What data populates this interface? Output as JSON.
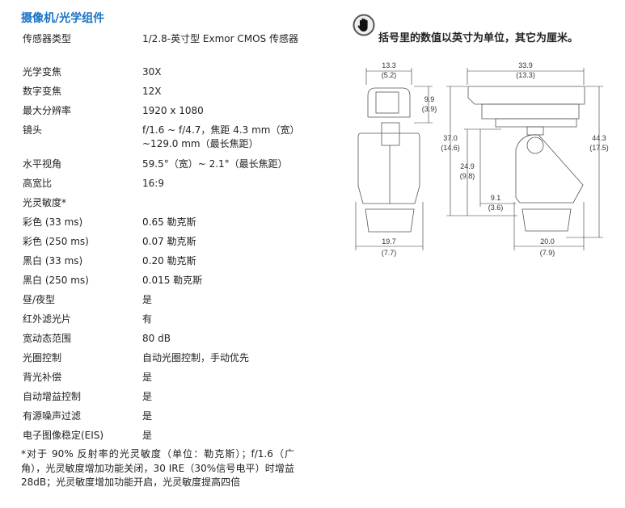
{
  "section_title": "摄像机/光学组件",
  "specs": [
    {
      "label": "传感器类型",
      "value": "1/2.8-英寸型 Exmor CMOS 传感器"
    },
    {
      "label": "光学变焦",
      "value": "30X"
    },
    {
      "label": "数字变焦",
      "value": "12X"
    },
    {
      "label": "最大分辨率",
      "value": "1920 x 1080"
    },
    {
      "label": "镜头",
      "value": "f/1.6 ~ f/4.7，焦距 4.3 mm（宽）~129.0 mm（最长焦距）"
    },
    {
      "label": "水平视角",
      "value": "59.5°（宽）~ 2.1°（最长焦距）"
    },
    {
      "label": "高宽比",
      "value": "16:9"
    },
    {
      "label": "光灵敏度*",
      "value": ""
    },
    {
      "label": "彩色 (33 ms)",
      "value": "0.65 勒克斯"
    },
    {
      "label": "彩色 (250 ms)",
      "value": "0.07 勒克斯"
    },
    {
      "label": "黑白 (33 ms)",
      "value": "0.20 勒克斯"
    },
    {
      "label": "黑白 (250 ms)",
      "value": "0.015 勒克斯"
    },
    {
      "label": "昼/夜型",
      "value": "是"
    },
    {
      "label": "红外滤光片",
      "value": "有"
    },
    {
      "label": "宽动态范围",
      "value": "80 dB"
    },
    {
      "label": "光圈控制",
      "value": "自动光圈控制，手动优先"
    },
    {
      "label": "背光补偿",
      "value": "是"
    },
    {
      "label": "自动增益控制",
      "value": "是"
    },
    {
      "label": "有源噪声过滤",
      "value": "是"
    },
    {
      "label": "电子图像稳定(EIS)",
      "value": "是"
    }
  ],
  "footnote": "*对于 90% 反射率的光灵敏度（单位：勒克斯）；f/1.6（广角），光灵敏度增加功能关闭，30 IRE（30%信号电平）时增益 28dB；光灵敏度增加功能开启，光灵敏度提高四倍",
  "notice": {
    "icon": "hand-stop-icon",
    "text": "括号里的数值以英寸为单位，其它为厘米。"
  },
  "dimensions": {
    "front_top": [
      "13.3",
      "(5.2)"
    ],
    "front_housing_height": [
      "9.9",
      "(3.9)"
    ],
    "front_bottom": [
      "19.7",
      "(7.7)"
    ],
    "side_top": [
      "33.9",
      "(13.3)"
    ],
    "side_total_height": [
      "44.3",
      "(17.5)"
    ],
    "side_height": [
      "37.0",
      "(14.6)"
    ],
    "side_mount_height": [
      "24.9",
      "(9.8)"
    ],
    "side_offset": [
      "9.1",
      "(3.6)"
    ],
    "side_bottom": [
      "20.0",
      "(7.9)"
    ]
  }
}
